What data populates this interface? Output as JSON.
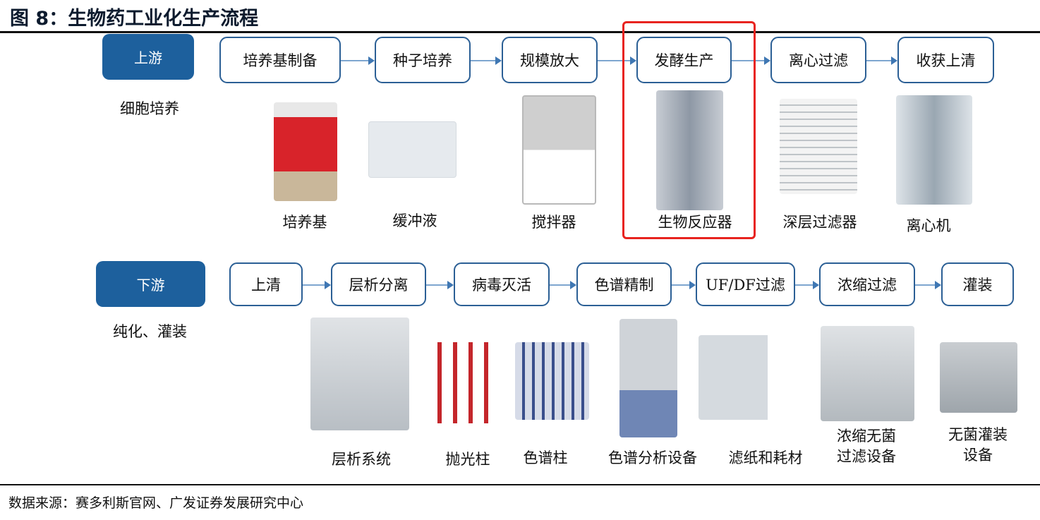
{
  "title": "图 8：生物药工业化生产流程",
  "upstream": {
    "stage": "上游",
    "note": "细胞培养",
    "steps": [
      "培养基制备",
      "种子培养",
      "规模放大",
      "发酵生产",
      "离心过滤",
      "收获上清"
    ],
    "equipment": [
      "培养基",
      "缓冲液",
      "搅拌器",
      "生物反应器",
      "深层过滤器",
      "离心机"
    ],
    "highlighted_step": "发酵生产"
  },
  "downstream": {
    "stage": "下游",
    "note": "纯化、灌装",
    "steps": [
      "上清",
      "层析分离",
      "病毒灭活",
      "色谱精制",
      "UF/DF过滤",
      "浓缩过滤",
      "灌装"
    ],
    "equipment": [
      "层析系统",
      "抛光柱",
      "色谱柱",
      "色谱分析设备",
      "滤纸和耗材",
      "浓缩无菌",
      "过滤设备",
      "无菌灌装",
      "设备"
    ]
  },
  "source": "数据来源：赛多利斯官网、广发证券发展研究中心",
  "colors": {
    "stage": "#1d609d",
    "border": "#2b5f95",
    "highlight": "#e8231f"
  }
}
